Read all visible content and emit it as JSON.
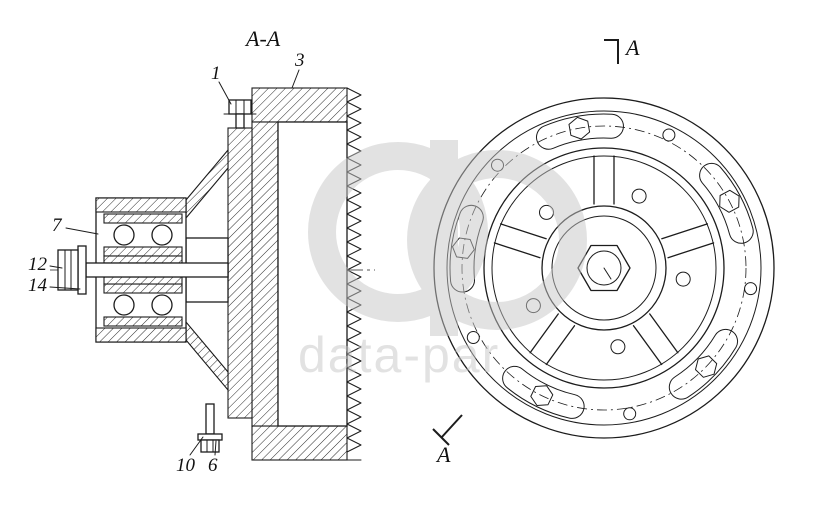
{
  "section_view": {
    "title": "A-A",
    "callouts": [
      {
        "label": "1"
      },
      {
        "label": "3"
      },
      {
        "label": "7"
      },
      {
        "label": "12"
      },
      {
        "label": "14"
      },
      {
        "label": "10"
      },
      {
        "label": "6"
      }
    ]
  },
  "front_view": {
    "section_label_top": "A",
    "section_label_bottom": "A"
  },
  "watermark": {
    "text": "data-par"
  },
  "colors": {
    "line": "#1c1c1c",
    "watermark": "#c6c6c6"
  }
}
